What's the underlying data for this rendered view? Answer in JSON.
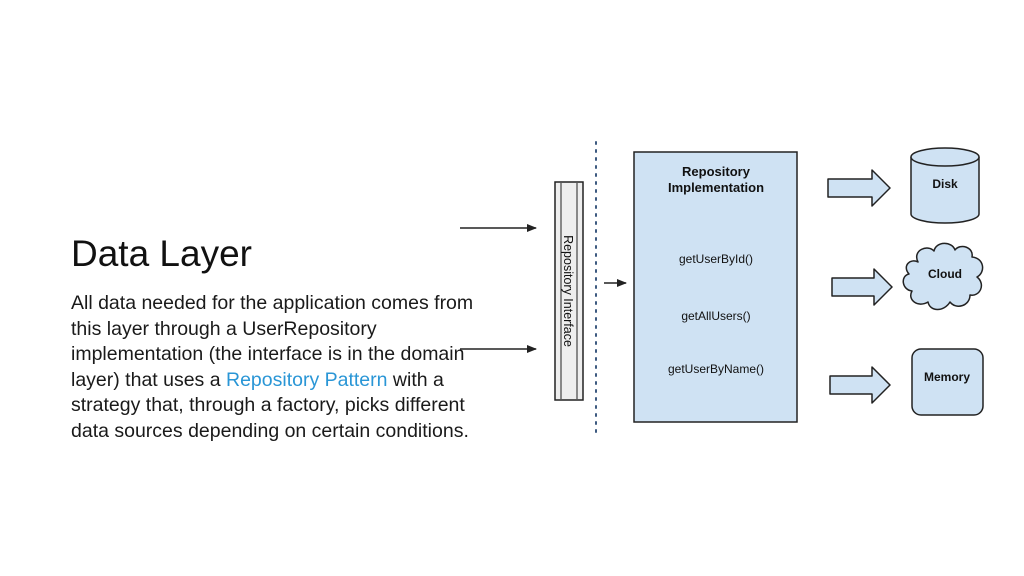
{
  "slide": {
    "title": "Data Layer",
    "description_before": "All data needed for the application comes from this layer through a UserRepository implementation (the interface is in the domain layer) that uses a ",
    "description_link": "Repository Pattern",
    "description_after": " with a strategy that, through a factory, picks different data sources depending on certain conditions."
  },
  "diagram": {
    "interface_label": "Repository Interface",
    "implementation": {
      "title_line1": "Repository",
      "title_line2": "Implementation",
      "methods": [
        "getUserById()",
        "getAllUsers()",
        "getUserByName()"
      ]
    },
    "data_sources": [
      "Disk",
      "Cloud",
      "Memory"
    ],
    "colors": {
      "fill": "#cfe2f3",
      "stroke": "#222222",
      "link": "#2a96d6",
      "dotted_line": "#3d5a80"
    }
  }
}
